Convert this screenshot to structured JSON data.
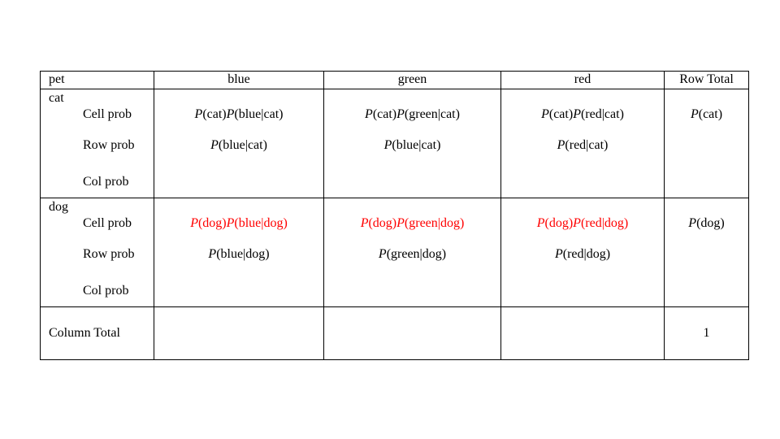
{
  "header": [
    "pet",
    "blue",
    "green",
    "red",
    "Row Total"
  ],
  "row_labels": {
    "cell": "Cell prob",
    "row": "Row prob",
    "col": "Col prob"
  },
  "groups": [
    {
      "name": "cat",
      "cells": [
        {
          "cell": "P(cat)P(blue|cat)",
          "row": "P(blue|cat)",
          "col": ""
        },
        {
          "cell": "P(cat)P(green|cat)",
          "row": "P(blue|cat)",
          "col": ""
        },
        {
          "cell": "P(cat)P(red|cat)",
          "row": "P(red|cat)",
          "col": ""
        }
      ],
      "total": "P(cat)",
      "highlight": false
    },
    {
      "name": "dog",
      "cells": [
        {
          "cell": "P(dog)P(blue|dog)",
          "row": "P(blue|dog)",
          "col": ""
        },
        {
          "cell": "P(dog)P(green|dog)",
          "row": "P(green|dog)",
          "col": ""
        },
        {
          "cell": "P(dog)P(red|dog)",
          "row": "P(red|dog)",
          "col": ""
        }
      ],
      "total": "P(dog)",
      "highlight": true
    }
  ],
  "column_total": {
    "label": "Column Total",
    "values": [
      "",
      "",
      ""
    ],
    "grand": "1"
  },
  "colors": {
    "highlight": "#ff0000"
  }
}
